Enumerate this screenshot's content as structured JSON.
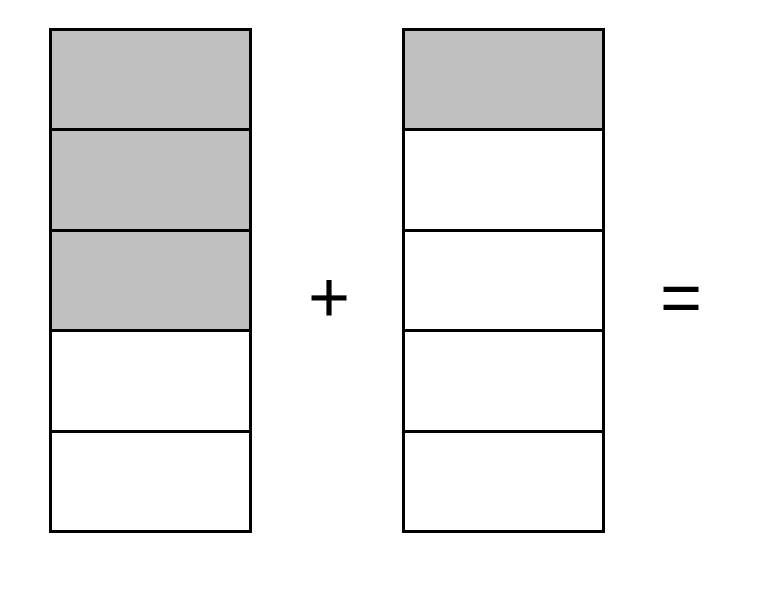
{
  "fraction_a": {
    "total_parts": 5,
    "shaded_parts": 3
  },
  "fraction_b": {
    "total_parts": 5,
    "shaded_parts": 1
  },
  "operators": {
    "plus": "+",
    "equals": "="
  },
  "colors": {
    "shaded": "#c0c0c0",
    "unshaded": "#ffffff",
    "outline": "#000000"
  }
}
